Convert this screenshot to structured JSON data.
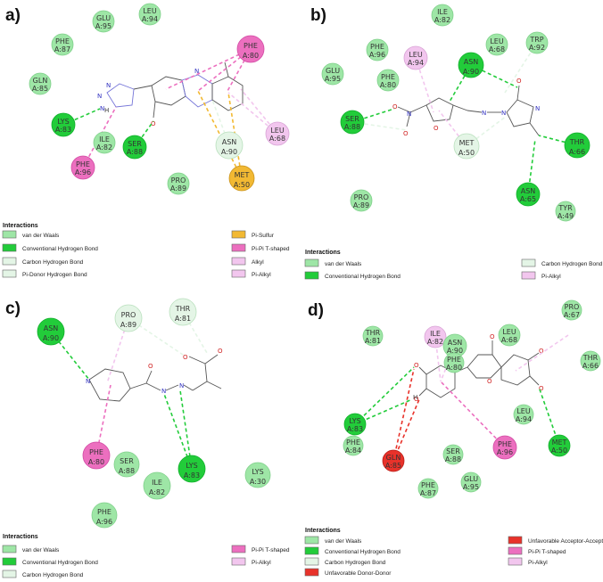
{
  "panels": [
    {
      "label": "a)",
      "residues": [
        {
          "name": "GLU",
          "num": "A:95",
          "type": "vdw"
        },
        {
          "name": "LEU",
          "num": "A:94",
          "type": "vdw"
        },
        {
          "name": "PHE",
          "num": "A:87",
          "type": "vdw"
        },
        {
          "name": "PHE",
          "num": "A:80",
          "type": "pipi"
        },
        {
          "name": "GLN",
          "num": "A:85",
          "type": "vdw"
        },
        {
          "name": "LYS",
          "num": "A:83",
          "type": "hbond"
        },
        {
          "name": "ILE",
          "num": "A:82",
          "type": "vdw"
        },
        {
          "name": "PHE",
          "num": "A:96",
          "type": "pipi"
        },
        {
          "name": "SER",
          "num": "A:88",
          "type": "hbond"
        },
        {
          "name": "PRO",
          "num": "A:89",
          "type": "vdw"
        },
        {
          "name": "ASN",
          "num": "A:90",
          "type": "chb"
        },
        {
          "name": "MET",
          "num": "A:50",
          "type": "sulfur"
        },
        {
          "name": "LEU",
          "num": "A:68",
          "type": "pialkyl"
        }
      ],
      "legend_title": "Interactions",
      "legend": [
        {
          "label": "van der Waals",
          "type": "vdw"
        },
        {
          "label": "Conventional Hydrogen Bond",
          "type": "hbond"
        },
        {
          "label": "Carbon Hydrogen Bond",
          "type": "chb"
        },
        {
          "label": "Pi-Donor Hydrogen Bond",
          "type": "chb"
        },
        {
          "label": "Pi-Sulfur",
          "type": "sulfur"
        },
        {
          "label": "Pi-Pi T-shaped",
          "type": "pipi"
        },
        {
          "label": "Alkyl",
          "type": "pialkyl"
        },
        {
          "label": "Pi-Alkyl",
          "type": "pialkyl"
        }
      ]
    },
    {
      "label": "b)",
      "residues": [
        {
          "name": "ILE",
          "num": "A:82",
          "type": "vdw"
        },
        {
          "name": "PHE",
          "num": "A:96",
          "type": "vdw"
        },
        {
          "name": "LEU",
          "num": "A:94",
          "type": "pialkyl"
        },
        {
          "name": "ASN",
          "num": "A:90",
          "type": "hbond"
        },
        {
          "name": "LEU",
          "num": "A:68",
          "type": "vdw"
        },
        {
          "name": "TRP",
          "num": "A:92",
          "type": "vdw"
        },
        {
          "name": "GLU",
          "num": "A:95",
          "type": "vdw"
        },
        {
          "name": "PHE",
          "num": "A:80",
          "type": "vdw"
        },
        {
          "name": "SER",
          "num": "A:88",
          "type": "hbond"
        },
        {
          "name": "MET",
          "num": "A:50",
          "type": "chb"
        },
        {
          "name": "THR",
          "num": "A:66",
          "type": "hbond"
        },
        {
          "name": "PRO",
          "num": "A:89",
          "type": "vdw"
        },
        {
          "name": "ASN",
          "num": "A:65",
          "type": "hbond"
        },
        {
          "name": "TYR",
          "num": "A:49",
          "type": "vdw"
        }
      ],
      "legend_title": "Interactions",
      "legend": [
        {
          "label": "van der Waals",
          "type": "vdw"
        },
        {
          "label": "Conventional Hydrogen Bond",
          "type": "hbond"
        },
        {
          "label": "Carbon Hydrogen Bond",
          "type": "chb"
        },
        {
          "label": "Pi-Alkyl",
          "type": "pialkyl"
        }
      ]
    },
    {
      "label": "c)",
      "residues": [
        {
          "name": "ASN",
          "num": "A:90",
          "type": "hbond"
        },
        {
          "name": "PRO",
          "num": "A:89",
          "type": "chb"
        },
        {
          "name": "THR",
          "num": "A:81",
          "type": "chb"
        },
        {
          "name": "PHE",
          "num": "A:80",
          "type": "pipi"
        },
        {
          "name": "SER",
          "num": "A:88",
          "type": "vdw"
        },
        {
          "name": "LYS",
          "num": "A:83",
          "type": "hbond"
        },
        {
          "name": "ILE",
          "num": "A:82",
          "type": "vdw"
        },
        {
          "name": "LYS",
          "num": "A:30",
          "type": "vdw"
        },
        {
          "name": "PHE",
          "num": "A:96",
          "type": "vdw"
        }
      ],
      "legend_title": "Interactions",
      "legend": [
        {
          "label": "van der Waals",
          "type": "vdw"
        },
        {
          "label": "Conventional Hydrogen Bond",
          "type": "hbond"
        },
        {
          "label": "Carbon Hydrogen Bond",
          "type": "chb"
        },
        {
          "label": "Pi-Pi T-shaped",
          "type": "pipi"
        },
        {
          "label": "Pi-Alkyl",
          "type": "pialkyl"
        }
      ]
    },
    {
      "label": "d)",
      "residues": [
        {
          "name": "PRO",
          "num": "A:67",
          "type": "vdw"
        },
        {
          "name": "THR",
          "num": "A:81",
          "type": "vdw"
        },
        {
          "name": "ILE",
          "num": "A:82",
          "type": "pialkyl"
        },
        {
          "name": "ASN",
          "num": "A:90",
          "type": "vdw"
        },
        {
          "name": "LEU",
          "num": "A:68",
          "type": "vdw"
        },
        {
          "name": "PHE",
          "num": "A:80",
          "type": "vdw"
        },
        {
          "name": "THR",
          "num": "A:66",
          "type": "vdw"
        },
        {
          "name": "LYS",
          "num": "A:83",
          "type": "hbond"
        },
        {
          "name": "LEU",
          "num": "A:94",
          "type": "vdw"
        },
        {
          "name": "PHE",
          "num": "A:84",
          "type": "vdw"
        },
        {
          "name": "GLN",
          "num": "A:85",
          "type": "unfav"
        },
        {
          "name": "SER",
          "num": "A:88",
          "type": "vdw"
        },
        {
          "name": "PHE",
          "num": "A:96",
          "type": "pipi"
        },
        {
          "name": "MET",
          "num": "A:50",
          "type": "hbond"
        },
        {
          "name": "GLU",
          "num": "A:95",
          "type": "vdw"
        },
        {
          "name": "PHE",
          "num": "A:87",
          "type": "vdw"
        }
      ],
      "legend_title": "Interactions",
      "legend": [
        {
          "label": "van der Waals",
          "type": "vdw"
        },
        {
          "label": "Conventional Hydrogen Bond",
          "type": "hbond"
        },
        {
          "label": "Carbon Hydrogen Bond",
          "type": "chb"
        },
        {
          "label": "Unfavorable Donor-Donor",
          "type": "unfav"
        },
        {
          "label": "Unfavorable Acceptor-Acceptor",
          "type": "unfav"
        },
        {
          "label": "Pi-Pi T-shaped",
          "type": "pipi"
        },
        {
          "label": "Pi-Alkyl",
          "type": "pialkyl"
        }
      ]
    }
  ],
  "atoms": {
    "a": {
      "n1": "N",
      "n2": "N",
      "n3": "N",
      "nh": "N",
      "h": "H",
      "o": "O"
    },
    "b": {
      "o1": "O",
      "o2": "O",
      "o3": "O",
      "o4": "O",
      "n1": "N",
      "n2": "N",
      "n3": "N",
      "n4": "N"
    },
    "c": {
      "n1": "N",
      "n2": "N",
      "n3": "N",
      "o1": "O",
      "o2": "O",
      "o3": "O"
    },
    "d": {
      "o1": "O",
      "o2": "O",
      "o3": "O",
      "o4": "O",
      "o5": "O",
      "o6": "O",
      "h": "H"
    }
  },
  "colors": {
    "vdw": "#9ee6a6",
    "hbond": "#22cc3a",
    "chb": "#e4f5e6",
    "pipi": "#ec6fbf",
    "pialkyl": "#f2c6ee",
    "sulfur": "#f2b933",
    "unfav": "#e8322a"
  }
}
